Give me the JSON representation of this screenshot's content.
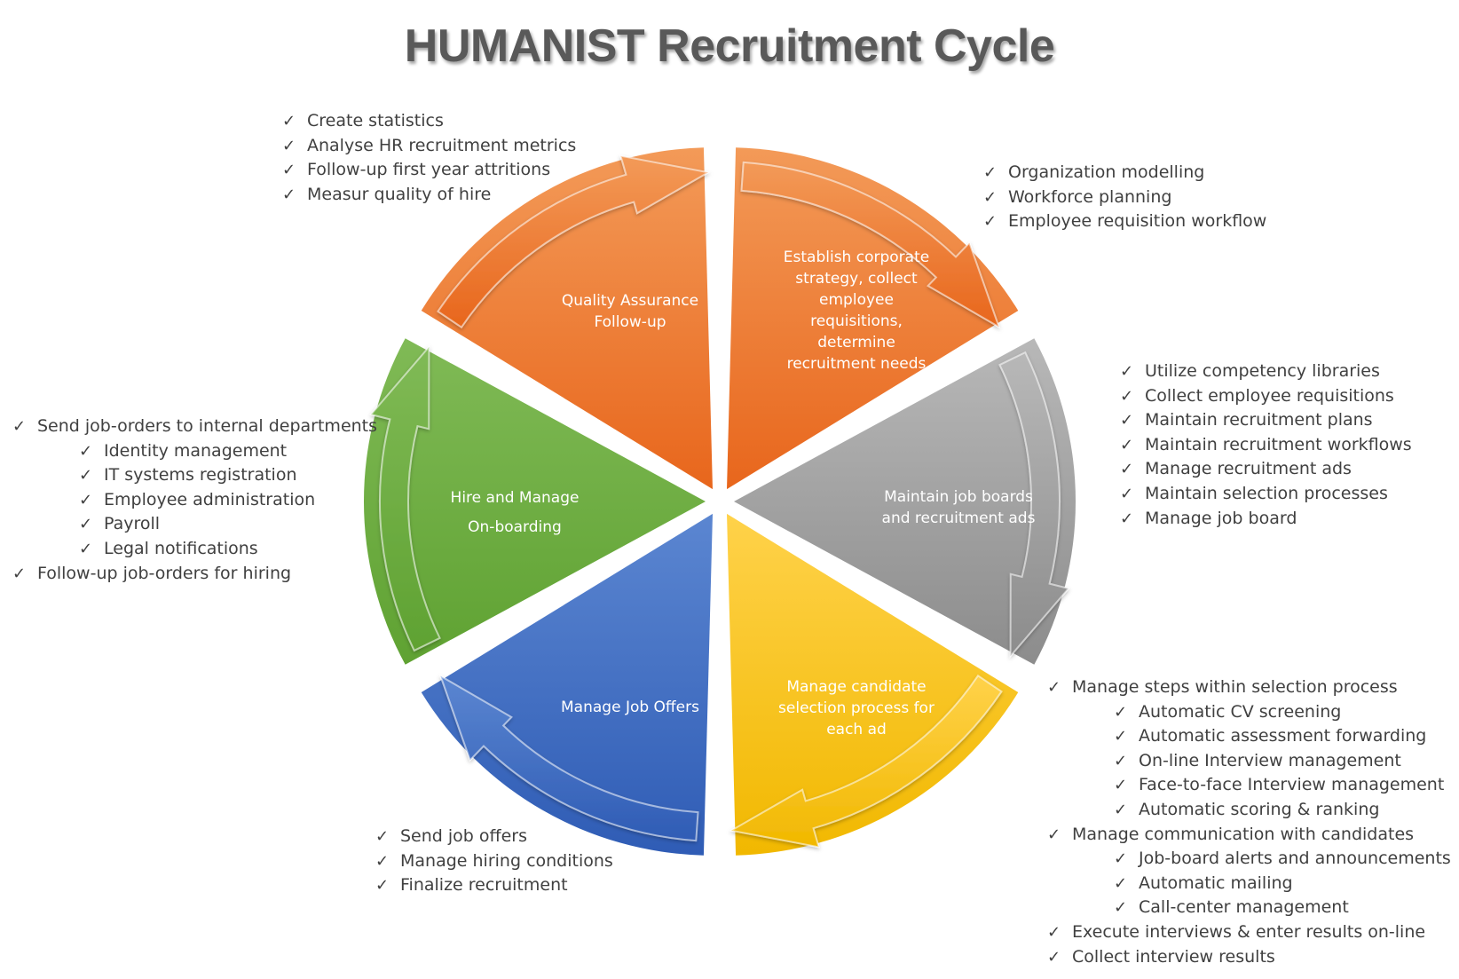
{
  "title": "HUMANIST Recruitment Cycle",
  "colors": {
    "orange_light": "#f39a58",
    "orange_dark": "#e8661c",
    "gray_light": "#b8b8b8",
    "gray_dark": "#8c8c8c",
    "yellow_light": "#ffd24a",
    "yellow_dark": "#f1b800",
    "blue_light": "#5b86d1",
    "blue_dark": "#2f5cb5",
    "green_light": "#80ba56",
    "green_dark": "#5fa232",
    "text": "#404040"
  },
  "segments": [
    {
      "id": "establish",
      "color": "orange",
      "lines": [
        "Establish corporate",
        "strategy, collect",
        "employee",
        "requisitions,",
        "determine",
        "recruitment needs"
      ]
    },
    {
      "id": "maintain",
      "color": "gray",
      "lines": [
        "Maintain job boards",
        "and recruitment ads"
      ]
    },
    {
      "id": "selection",
      "color": "yellow",
      "lines": [
        "Manage candidate",
        "selection process for",
        "each ad"
      ]
    },
    {
      "id": "offers",
      "color": "blue",
      "lines": [
        "Manage Job Offers"
      ]
    },
    {
      "id": "hire",
      "color": "green",
      "lines": [
        "Hire and Manage",
        "On-boarding"
      ]
    },
    {
      "id": "quality",
      "color": "orange",
      "lines": [
        "Quality Assurance",
        "Follow-up"
      ]
    }
  ],
  "lists": {
    "quality": [
      {
        "text": "Create statistics",
        "indent": 0
      },
      {
        "text": "Analyse HR recruitment metrics",
        "indent": 0
      },
      {
        "text": "Follow-up first year attritions",
        "indent": 0
      },
      {
        "text": "Measur quality of hire",
        "indent": 0
      }
    ],
    "establish": [
      {
        "text": "Organization modelling",
        "indent": 0
      },
      {
        "text": "Workforce planning",
        "indent": 0
      },
      {
        "text": "Employee requisition workflow",
        "indent": 0
      }
    ],
    "maintain": [
      {
        "text": "Utilize competency libraries",
        "indent": 0
      },
      {
        "text": "Collect employee requisitions",
        "indent": 0
      },
      {
        "text": "Maintain recruitment plans",
        "indent": 0
      },
      {
        "text": "Maintain recruitment workflows",
        "indent": 0
      },
      {
        "text": "Manage recruitment ads",
        "indent": 0
      },
      {
        "text": "Maintain selection processes",
        "indent": 0
      },
      {
        "text": "Manage job board",
        "indent": 0
      }
    ],
    "hire": [
      {
        "text": "Send job-orders to internal departments",
        "indent": 0
      },
      {
        "text": "Identity management",
        "indent": 1
      },
      {
        "text": "IT systems registration",
        "indent": 1
      },
      {
        "text": "Employee administration",
        "indent": 1
      },
      {
        "text": "Payroll",
        "indent": 1
      },
      {
        "text": "Legal notifications",
        "indent": 1
      },
      {
        "text": "Follow-up job-orders for hiring",
        "indent": 0
      }
    ],
    "selection": [
      {
        "text": "Manage steps within selection process",
        "indent": 0
      },
      {
        "text": "Automatic CV screening",
        "indent": 1
      },
      {
        "text": "Automatic assessment forwarding",
        "indent": 1
      },
      {
        "text": "On-line Interview management",
        "indent": 1
      },
      {
        "text": "Face-to-face Interview management",
        "indent": 1
      },
      {
        "text": "Automatic scoring & ranking",
        "indent": 1
      },
      {
        "text": "Manage communication with candidates",
        "indent": 0
      },
      {
        "text": "Job-board alerts and announcements",
        "indent": 1
      },
      {
        "text": "Automatic mailing",
        "indent": 1
      },
      {
        "text": "Call-center management",
        "indent": 1
      },
      {
        "text": "Execute interviews & enter results on-line",
        "indent": 0
      },
      {
        "text": "Collect interview results",
        "indent": 0
      }
    ],
    "offers": [
      {
        "text": "Send job offers",
        "indent": 0
      },
      {
        "text": "Manage hiring conditions",
        "indent": 0
      },
      {
        "text": "Finalize recruitment",
        "indent": 0
      }
    ]
  }
}
